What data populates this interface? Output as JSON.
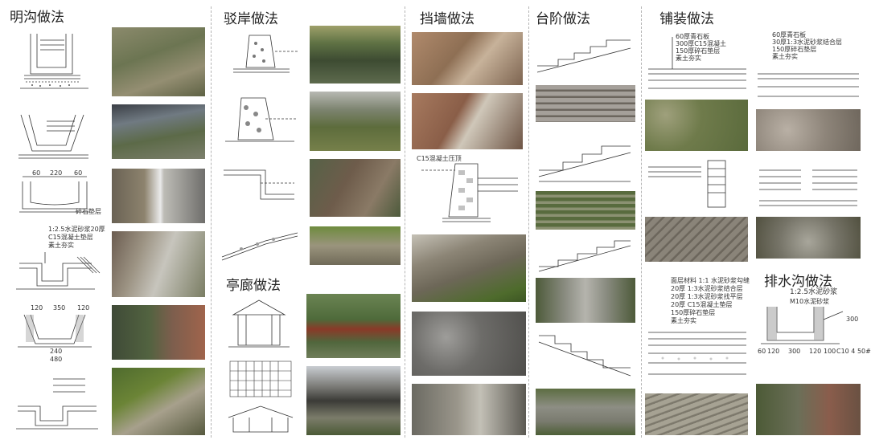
{
  "sections": {
    "open_ditch": "明沟做法",
    "revetment": "驳岸做法",
    "retaining_wall": "挡墙做法",
    "steps": "台阶做法",
    "paving": "铺装做法",
    "pavilion": "亭廊做法",
    "drain": "排水沟做法"
  },
  "annotations": {
    "dims_top": [
      "60",
      "220",
      "60"
    ],
    "gravel_layer": "碎石垫层",
    "mortar_note": [
      "1:2.5水泥砂浆20厚",
      "C15混凝土垫层",
      "素土夯实"
    ],
    "dims_bottom": [
      "120",
      "350",
      "120"
    ],
    "dim_240": "240",
    "dim_480": "480",
    "paving_notes": [
      "60厚青石板",
      "300厚C15混凝土",
      "150厚碎石垫层",
      "素土夯实"
    ],
    "paving_notes_2": [
      "60厚青石板",
      "30厚1:3水泥砂浆结合层",
      "150厚碎石垫层",
      "素土夯实"
    ],
    "paving_layers_b": [
      "面层材料 1:1 水泥砂浆勾缝",
      "20厚 1:3水泥砂浆结合层",
      "20厚 1:3水泥砂浆找平层",
      "20厚 C15混凝土垫层",
      "150厚碎石垫层",
      "素土夯实"
    ],
    "drain_mortar": "1:2.5水泥砂浆",
    "drain_concrete": "M10水泥砂浆",
    "drain_dims": [
      "60",
      "120",
      "300",
      "120",
      "100"
    ],
    "drain_right": "C10 4 50#",
    "drain_height": "300",
    "retaining_label": "C15混凝土压顶"
  }
}
